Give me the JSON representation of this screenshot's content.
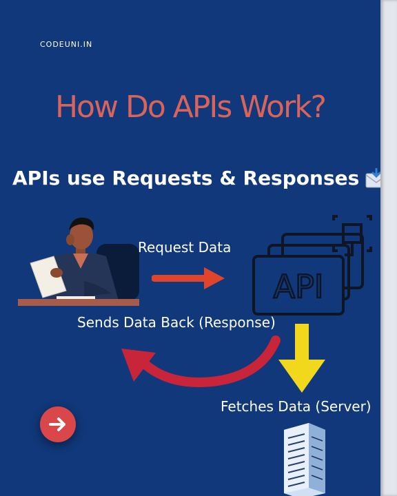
{
  "brand": "CODEUNI.IN",
  "title": "How Do APIs Work?",
  "subtitle": "APIs use Requests & Responses",
  "labels": {
    "request": "Request Data",
    "response": "Sends Data Back (Response)",
    "fetch": "Fetches Data (Server)"
  },
  "api_box_text": "API",
  "colors": {
    "background": "#10387a",
    "title": "#d9645a",
    "request_arrow": "#e0452c",
    "response_arrow": "#c8253a",
    "fetch_arrow": "#f2d81c",
    "next_button": "#d9474a"
  },
  "icons": [
    "envelope-icon",
    "person-at-desk-illustration",
    "api-icon",
    "server-rack-icon",
    "arrow-right-icon"
  ]
}
